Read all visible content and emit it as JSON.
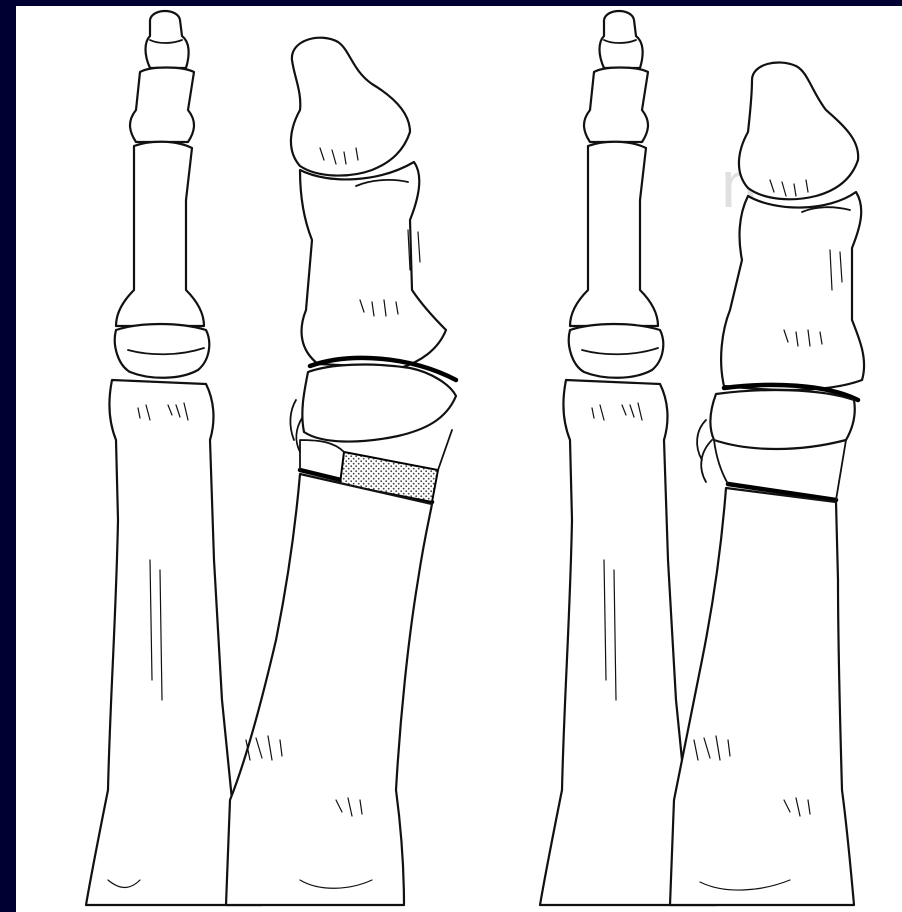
{
  "figure": {
    "background_color": "#000033",
    "paper_color": "#ffffff",
    "ink_color": "#111111",
    "graft_fill": "#c9c9c9",
    "panels": [
      {
        "name": "left-panel",
        "shows": "osteotomy-with-graft-wedge"
      },
      {
        "name": "right-panel",
        "shows": "after-correction"
      }
    ]
  },
  "ghost_text": {
    "heading": "n",
    "lines_left": [
      " ",
      " ",
      " ",
      " ",
      " ",
      " "
    ],
    "lines_right": [
      " ",
      " ",
      " ",
      " ",
      " ",
      " "
    ]
  }
}
